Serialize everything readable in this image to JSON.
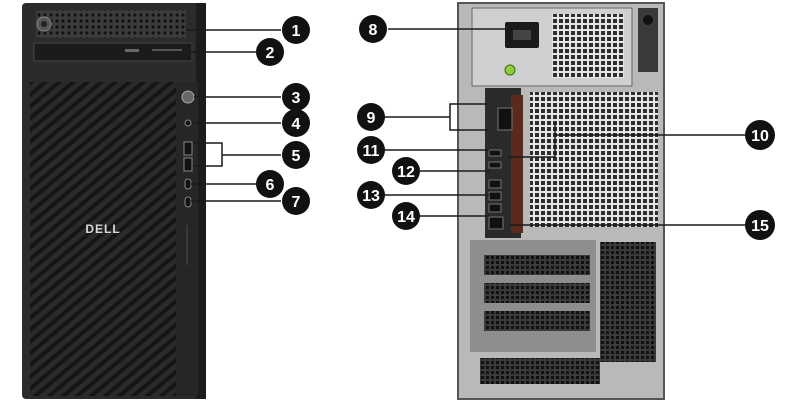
{
  "brand": "DELL",
  "colors": {
    "callout_fill": "#111111",
    "callout_text": "#ffffff",
    "leader_line": "#1a1a1a",
    "chassis": "#2b2b2b",
    "rear_panel": "#9a9a9a",
    "accent_bracket": "#5a2a1e"
  },
  "callouts": [
    "1",
    "2",
    "3",
    "4",
    "5",
    "6",
    "7",
    "8",
    "9",
    "10",
    "11",
    "12",
    "13",
    "14",
    "15"
  ]
}
